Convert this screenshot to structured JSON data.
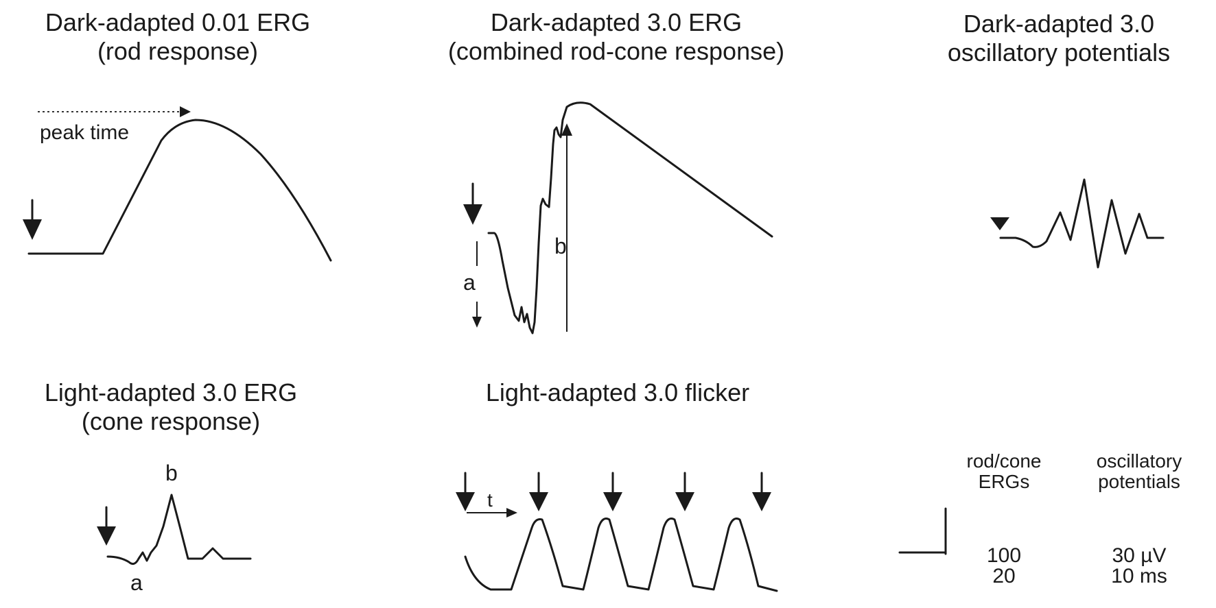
{
  "panels": {
    "rod": {
      "title_line1": "Dark-adapted 0.01 ERG",
      "title_line2": "(rod response)",
      "peak_time_label": "peak time"
    },
    "combined": {
      "title_line1": "Dark-adapted 3.0 ERG",
      "title_line2": "(combined rod-cone response)",
      "a_wave_label": "a",
      "b_wave_label": "b"
    },
    "ops": {
      "title_line1": "Dark-adapted 3.0",
      "title_line2": "oscillatory potentials"
    },
    "cone": {
      "title_line1": "Light-adapted 3.0 ERG",
      "title_line2": "(cone response)",
      "a_wave_label": "a",
      "b_wave_label": "b"
    },
    "flicker": {
      "title": "Light-adapted 3.0 flicker",
      "t_label": "t"
    }
  },
  "scale_bar": {
    "col1_header_line1": "rod/cone",
    "col1_header_line2": "ERGs",
    "col2_header_line1": "oscillatory",
    "col2_header_line2": "potentials",
    "col1_amplitude": "100",
    "col1_time": "20",
    "col2_amplitude": "30 µV",
    "col2_time": "10 ms"
  }
}
